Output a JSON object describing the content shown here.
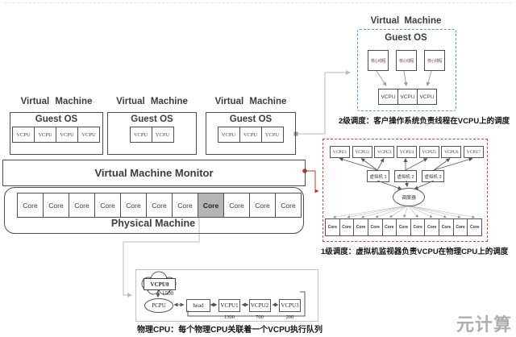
{
  "left_vms": [
    {
      "title": "Virtual Machine",
      "os_label": "Guest OS",
      "vcpus": [
        "VCPU",
        "VCPU",
        "VCPU",
        "VCPU"
      ]
    },
    {
      "title": "Virtual Machine",
      "os_label": "Guest OS",
      "vcpus": [
        "VCPU",
        "VCPU"
      ]
    },
    {
      "title": "Virtual Machine",
      "os_label": "Guest OS",
      "vcpus": [
        "VCPU",
        "VCPU",
        "VCPU"
      ]
    }
  ],
  "vmm": {
    "label": "Virtual Machine Monitor"
  },
  "physical_machine": {
    "label": "Physical Machine",
    "cores": [
      "Core",
      "Core",
      "Core",
      "Core",
      "Core",
      "Core",
      "Core",
      "Core",
      "Core",
      "Core",
      "Core"
    ],
    "highlight_index": 7
  },
  "guest_sched": {
    "title": "Virtual Machine",
    "os_label": "Guest OS",
    "threads": [
      "核心线程",
      "核心线程",
      "核心线程"
    ],
    "vcpus": [
      "VCPU",
      "VCPU",
      "VCPU"
    ],
    "caption": "2级调度：客户操作系统负责线程在VCPU上的调度"
  },
  "vmm_sched": {
    "vcpus": [
      "VCPU1",
      "VCPU2",
      "VCPU3",
      "VCPU4",
      "VCPU5",
      "VCPU6",
      "VCPU7"
    ],
    "vms": [
      "虚拟机 1",
      "虚拟机 2",
      "虚拟机 3"
    ],
    "scheduler_label": "调度器",
    "cores": [
      "Core",
      "Core",
      "Core",
      "Core",
      "Core",
      "Core",
      "Core",
      "Core",
      "Core",
      "Core",
      "Core"
    ],
    "caption": "1级调度：虚拟机监视器负责VCPU在物理CPU上的调度"
  },
  "run_queue": {
    "cloud_label": "VCPU0",
    "cloud_value": "1500",
    "pcpu_label": "PCPU",
    "head_label": "head",
    "nodes": [
      {
        "label": "VCPU1",
        "value": "1300"
      },
      {
        "label": "VCPU2",
        "value": "700"
      },
      {
        "label": "VCPU3",
        "value": "200"
      }
    ],
    "caption": "物理CPU：每个物理CPU关联着一个VCPU执行队列"
  },
  "watermark": "元计算",
  "colors": {
    "accent_red": "#cc4438",
    "accent_blue": "#5b9bd5",
    "highlight_core": "#b5b5b5"
  }
}
